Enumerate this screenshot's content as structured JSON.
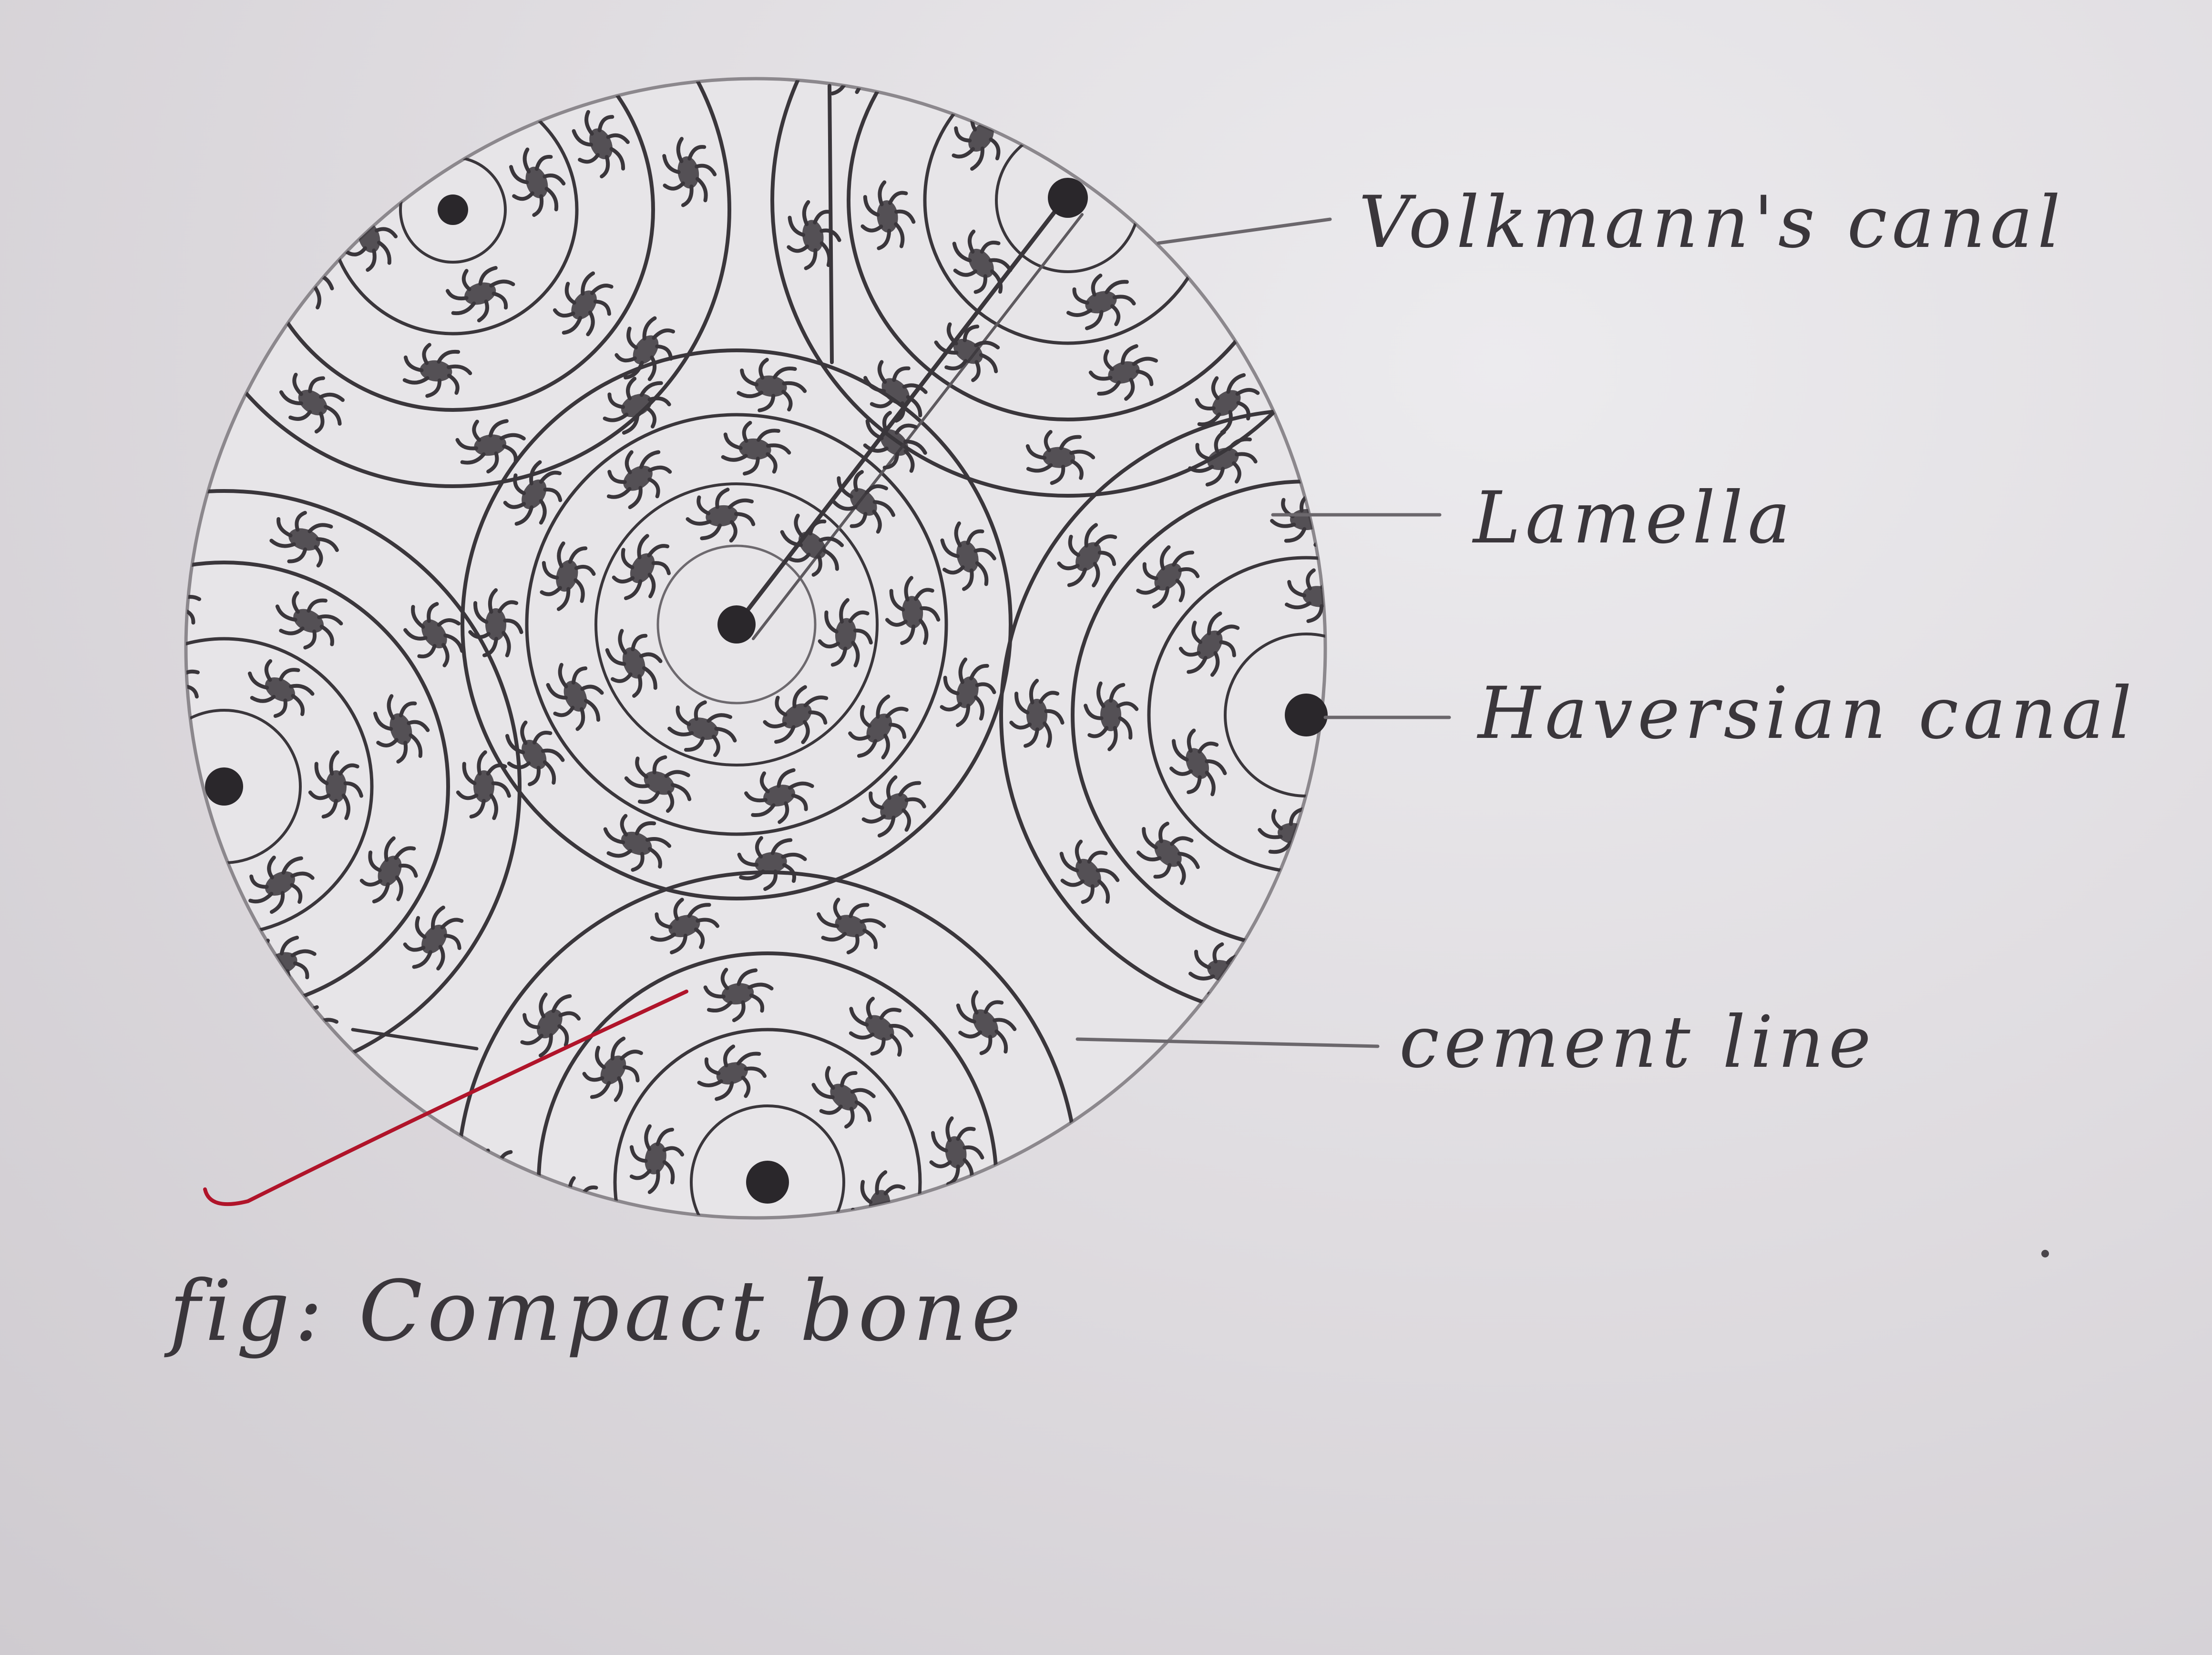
{
  "labels": {
    "volkmann": "Volkmann's canal",
    "lamella": "Lamella",
    "haversian": "Haversian canal",
    "cement": "cement line"
  },
  "caption": "fig: Compact bone",
  "colors": {
    "paper": "#e4e1e5",
    "pencil": "#3a363b",
    "outline": "#8c888d",
    "red_pen": "#b0142a"
  }
}
